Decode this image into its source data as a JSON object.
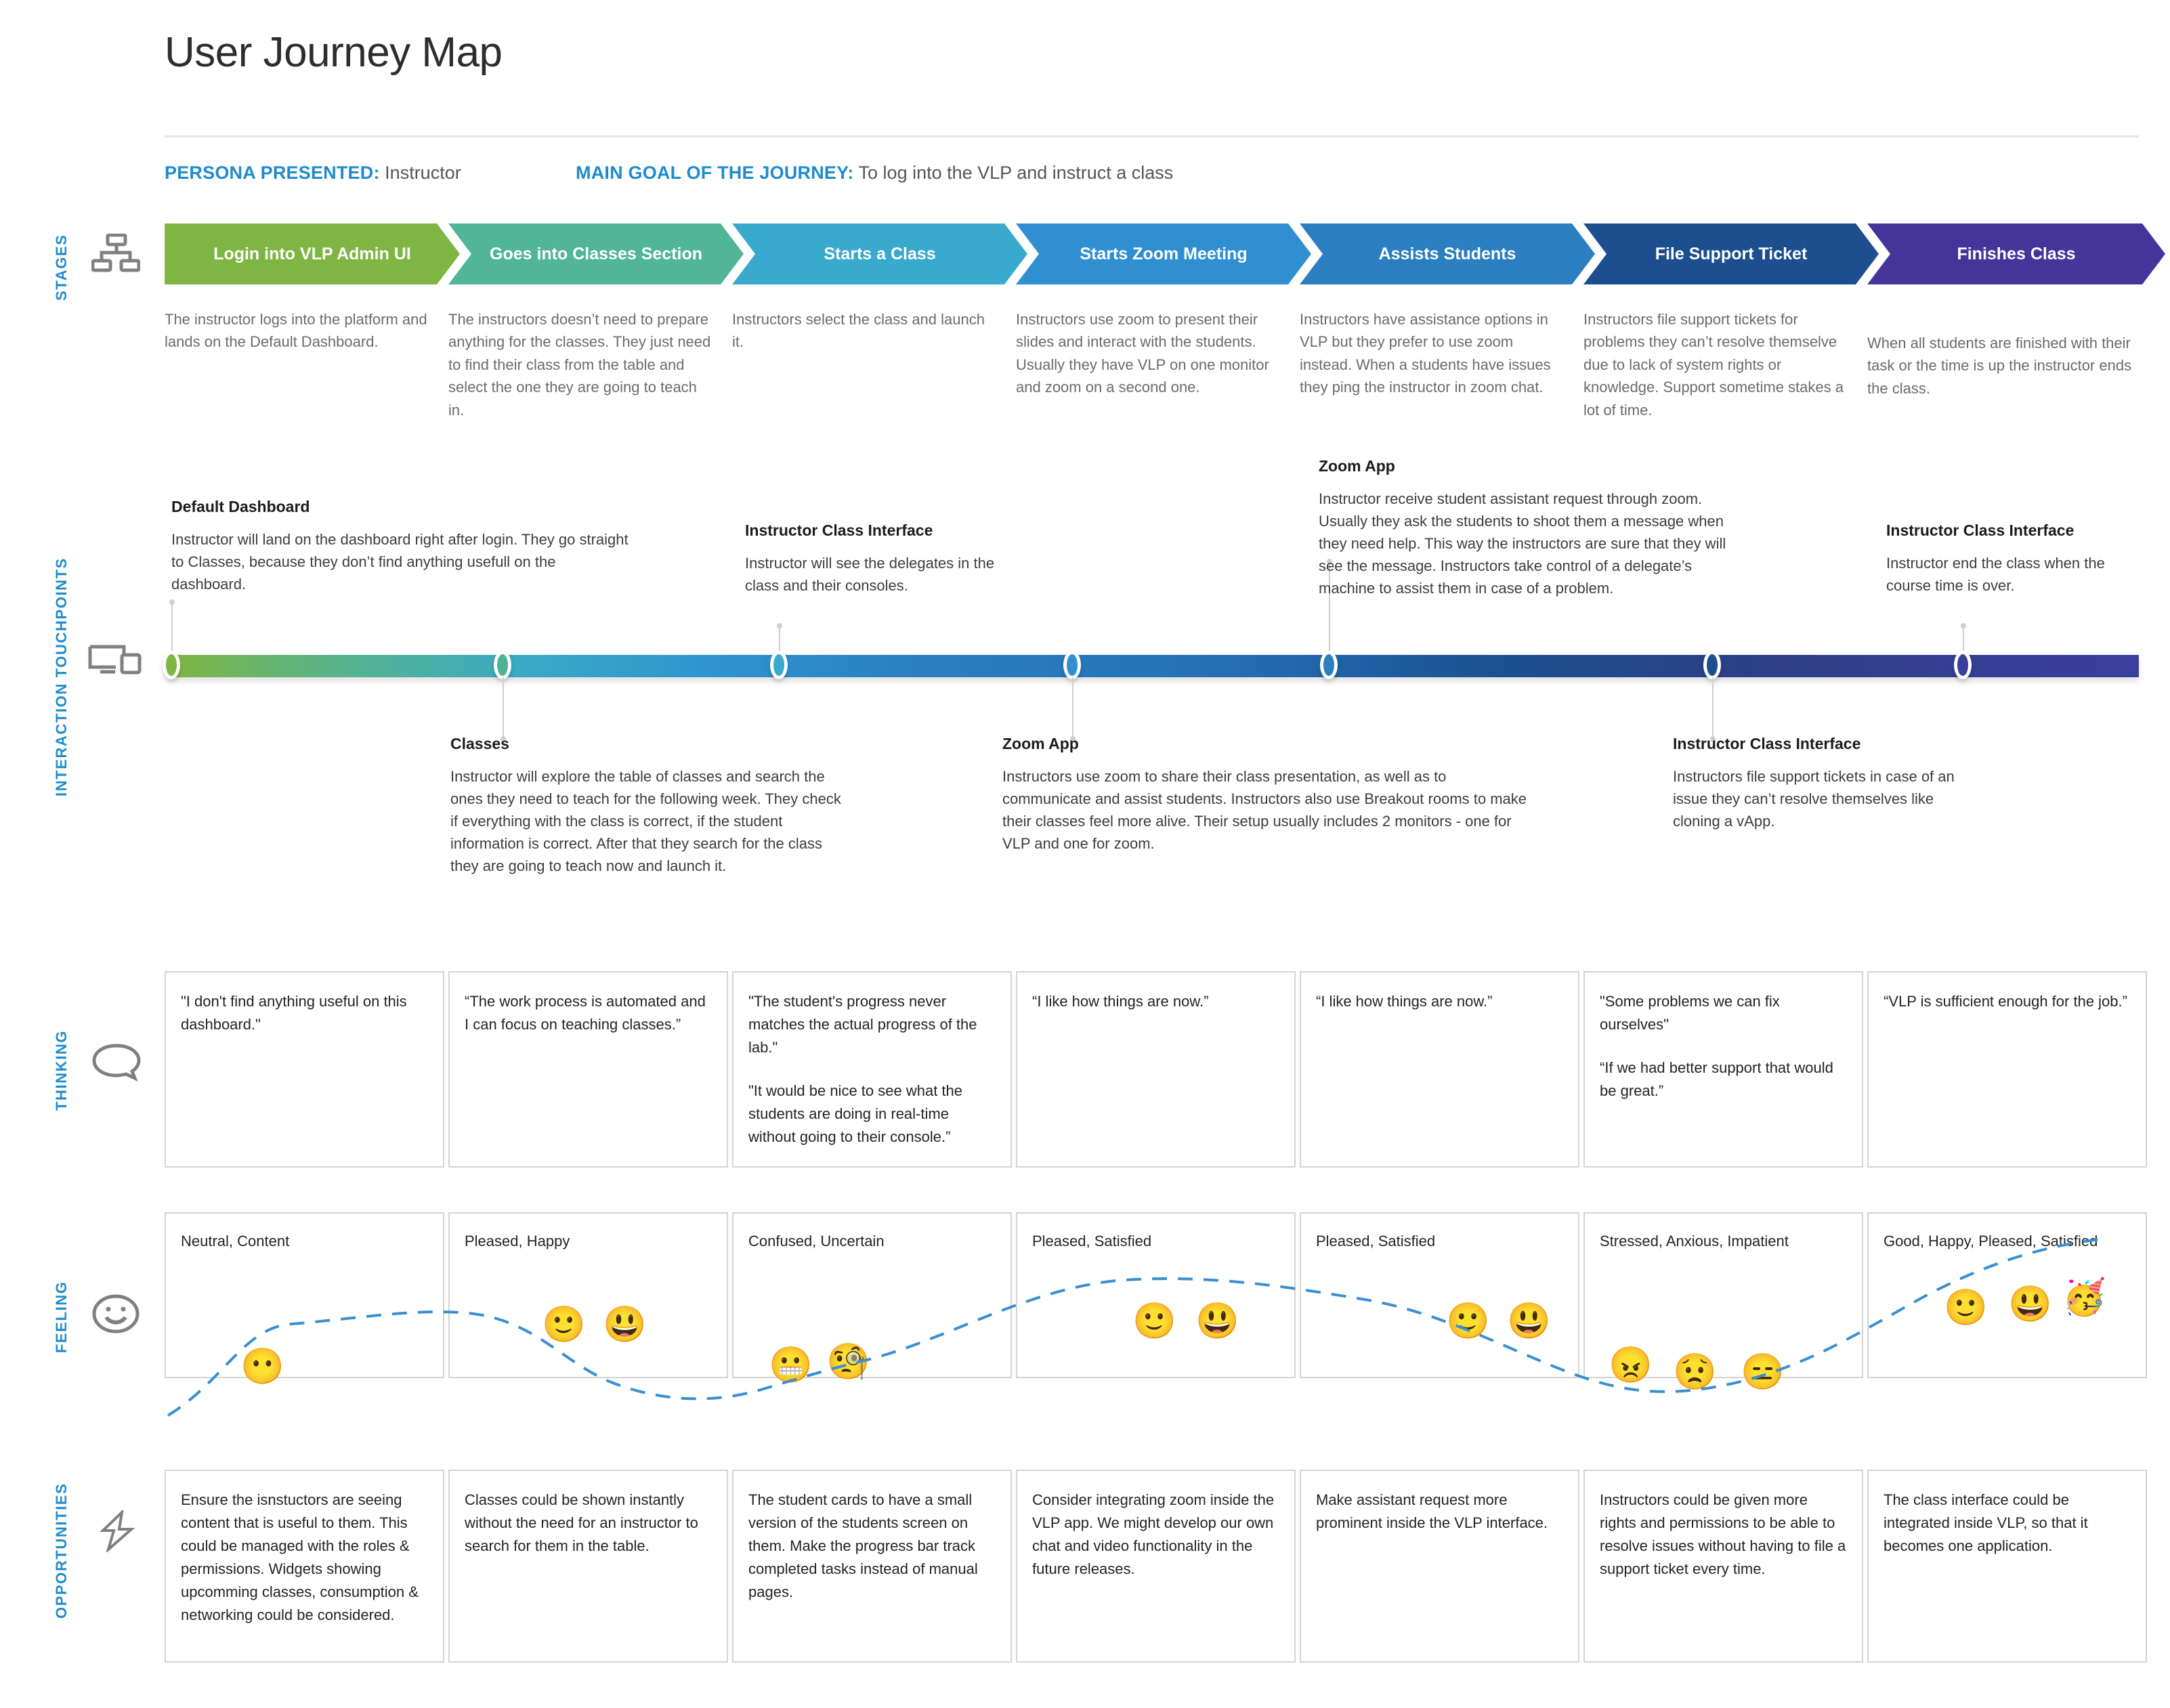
{
  "header": {
    "title": "User Journey Map",
    "persona_label": "PERSONA PRESENTED:",
    "persona_value": "Instructor",
    "goal_label": "MAIN GOAL OF THE JOURNEY:",
    "goal_value": "To log into the VLP and instruct a class"
  },
  "rail": [
    {
      "label": "STAGES",
      "icon": "org-chart-icon"
    },
    {
      "label": "INTERACTION TOUCHPOINTS",
      "icon": "devices-icon"
    },
    {
      "label": "THINKING",
      "icon": "speech-bubble-icon"
    },
    {
      "label": "FEELING",
      "icon": "smiley-face-icon"
    },
    {
      "label": "OPPORTUNITIES",
      "icon": "lightning-bolt-icon"
    }
  ],
  "stages": [
    {
      "label": "Login into VLP Admin UI",
      "color": "#7fb543",
      "desc": "The instructor logs into the platform and lands on the Default Dashboard."
    },
    {
      "label": "Goes into Classes Section",
      "color": "#51b598",
      "desc": "The instructors doesn’t need to prepare anything for the classes. They just need to find their class from the table and select the one they are going to teach in."
    },
    {
      "label": "Starts a Class",
      "color": "#3aa9ce",
      "desc": "Instructors select the class and launch it."
    },
    {
      "label": "Starts Zoom Meeting",
      "color": "#2f8fd0",
      "desc": "Instructors use zoom to present their slides and interact with the students. Usually they have VLP on one monitor and zoom on a second one."
    },
    {
      "label": "Assists Students",
      "color": "#2b7fc0",
      "desc": "Instructors have assistance options in VLP but they prefer to use zoom instead. When a students have issues they ping the instructor in zoom chat."
    },
    {
      "label": "File Support Ticket",
      "color": "#1d4e8f",
      "desc": "Instructors file support tickets for problems they can’t resolve themselve due to lack of system rights or knowledge. Support sometime stakes a lot of time."
    },
    {
      "label": "Finishes Class",
      "color": "#45359b",
      "desc": "When all students are finished with their task or the time is up the instructor ends the class."
    }
  ],
  "touchpoints_above": [
    {
      "title": "Default Dashboard",
      "body": "Instructor will land on the dashboard right after login. They go straight to Classes, because they don’t find anything usefull on the dashboard."
    },
    {
      "title": "Instructor Class Interface",
      "body": "Instructor will see the delegates in the class and their consoles."
    },
    {
      "title": "Zoom App",
      "body": "Instructor receive student assistant request through zoom. Usually they ask the students to shoot them a message when they need help. This way the instructors are sure that they will see the message. Instructors take control of a delegate’s machine to assist them in case of a problem."
    },
    {
      "title": "Instructor Class Interface",
      "body": "Instructor end the class when the course time is over."
    }
  ],
  "touchpoints_below": [
    {
      "title": "Classes",
      "body": "Instructor will explore the table of classes and search the ones they need to teach for the following week. They check if everything with the class is correct, if the student information is correct. After that they search for the class they are going to teach now and launch it."
    },
    {
      "title": "Zoom App",
      "body": "Instructors use zoom to share their class presentation, as well as to communicate and assist students. Instructors also use Breakout rooms to make their classes feel more alive. Their setup usually includes 2 monitors - one for VLP and one for zoom."
    },
    {
      "title": "Instructor Class Interface",
      "body": "Instructors file support tickets in case of an issue they can’t resolve themselves like cloning a vApp."
    }
  ],
  "thinking": [
    {
      "quotes": [
        "\"I don't find anything useful on this dashboard.\""
      ]
    },
    {
      "quotes": [
        "“The work process is automated and I can focus on teaching classes.”"
      ]
    },
    {
      "quotes": [
        "\"The student's progress never matches the actual progress of the lab.\"",
        "\"It would be nice to see what the students are doing in real-time without going to their console.”"
      ]
    },
    {
      "quotes": [
        "“I like how things are now.”"
      ]
    },
    {
      "quotes": [
        "“I like how things are now.”"
      ]
    },
    {
      "quotes": [
        "\"Some problems we can fix ourselves\"",
        "“If we had better support that would be great.”"
      ]
    },
    {
      "quotes": [
        "“VLP is sufficient enough for the job.”"
      ]
    }
  ],
  "feeling": [
    {
      "label": "Neutral, Content",
      "emojis": [
        "😶"
      ]
    },
    {
      "label": "Pleased, Happy",
      "emojis": [
        "🙂",
        "😃"
      ]
    },
    {
      "label": "Confused, Uncertain",
      "emojis": [
        "😬",
        "🧐"
      ]
    },
    {
      "label": "Pleased, Satisfied",
      "emojis": [
        "🙂",
        "😃"
      ]
    },
    {
      "label": "Pleased, Satisfied",
      "emojis": [
        "🙂",
        "😃"
      ]
    },
    {
      "label": "Stressed, Anxious, Impatient",
      "emojis": [
        "😠",
        "😟",
        "😑"
      ]
    },
    {
      "label": "Good, Happy, Pleased, Satisfied",
      "emojis": [
        "🙂",
        "😃",
        "🥳"
      ]
    }
  ],
  "opportunities": [
    "Ensure the isnstuctors are seeing content that is useful to them. This could be managed with the roles & permissions. Widgets showing upcomming classes, consumption & networking could be considered.",
    "Classes could be shown instantly without the need for an instructor to search for them in the table.",
    "The student cards to have a small version of the students screen on them. Make the progress bar track completed tasks instead of manual pages.",
    "Consider integrating zoom inside the VLP app. We might develop our own chat and video functionality in the future releases.",
    "Make assistant request more prominent inside the VLP interface.",
    "Instructors could be given more rights and permissions to be able to resolve issues without having to file a support ticket every time.",
    "The class interface could be integrated inside VLP, so that it becomes one application."
  ],
  "chart_data": {
    "type": "line",
    "title": "Emotional journey curve",
    "categories": [
      "Login into VLP Admin UI",
      "Goes into Classes Section",
      "Starts a Class",
      "Starts Zoom Meeting",
      "Assists Students",
      "File Support Ticket",
      "Finishes Class"
    ],
    "values": [
      0,
      2,
      -1,
      2,
      2,
      -2,
      3
    ],
    "ylim": [
      -3,
      3
    ],
    "grid": false,
    "legend": "none"
  },
  "colors": {
    "accent_blue": "#1e8bcd",
    "curve": "#3a8fd0",
    "card_border": "#d4d4d4"
  }
}
